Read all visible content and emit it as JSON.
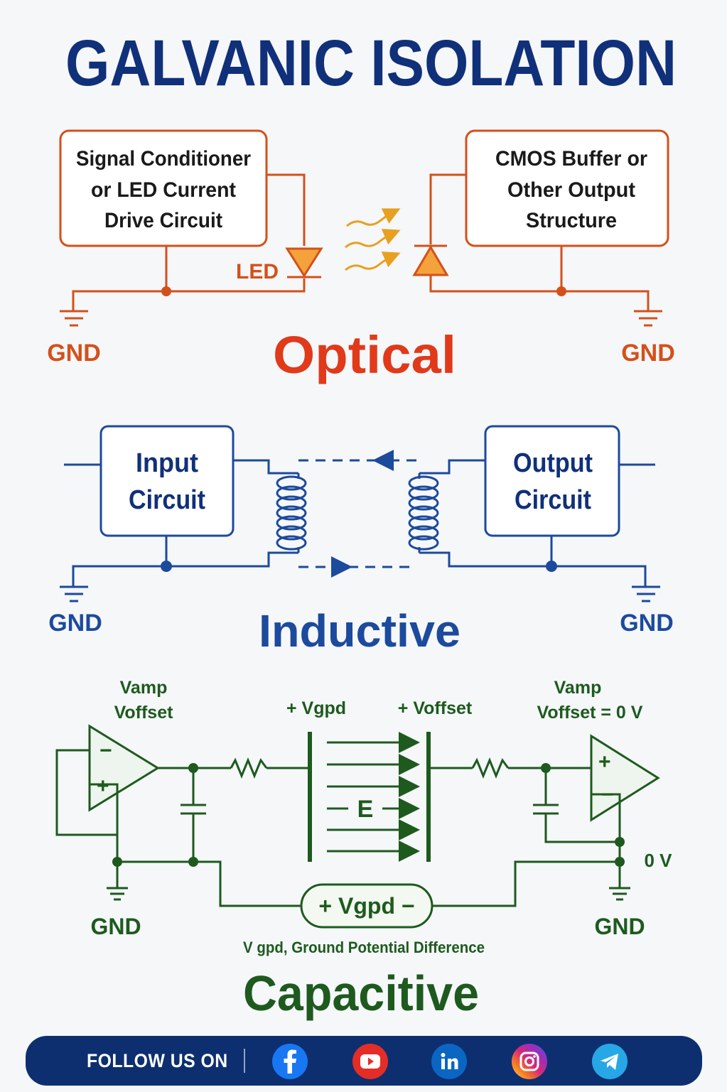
{
  "title": "GALVANIC ISOLATION",
  "colors": {
    "title": "#10307a",
    "optical": "#d4501a",
    "optical_heading": "#e03a1a",
    "inductive": "#1c4a9c",
    "capacitive": "#1e5a1e",
    "footer": "#0d2f6f"
  },
  "optical": {
    "heading": "Optical",
    "left_block": [
      "Signal Conditioner",
      "or LED Current",
      "Drive Circuit"
    ],
    "right_block": [
      "CMOS Buffer or",
      "Other Output",
      "Structure"
    ],
    "led_label": "LED",
    "gnd_left": "GND",
    "gnd_right": "GND"
  },
  "inductive": {
    "heading": "Inductive",
    "left_block": [
      "Input",
      "Circuit"
    ],
    "right_block": [
      "Output",
      "Circuit"
    ],
    "gnd_left": "GND",
    "gnd_right": "GND"
  },
  "capacitive": {
    "heading": "Capacitive",
    "left_label": [
      "Vamp",
      "Voffset"
    ],
    "right_label": [
      "Vamp",
      "Voffset = 0 V"
    ],
    "plate_left": "+ Vgpd",
    "plate_right": "+ Voffset",
    "field": "E",
    "opamp_minus": "−",
    "opamp_plus": "+",
    "zero_v": "0 V",
    "gnd_left": "GND",
    "gnd_right": "GND",
    "vgpd_pill": "+ Vgpd −",
    "note": "V gpd, Ground Potential Difference"
  },
  "footer": {
    "follow": "FOLLOW US ON",
    "icons": [
      "facebook-icon",
      "youtube-icon",
      "linkedin-icon",
      "instagram-icon",
      "telegram-icon"
    ],
    "icon_colors": [
      "#1877f2",
      "#e52d27",
      "#0a66c2",
      "#d62976",
      "#27a7e5"
    ]
  }
}
